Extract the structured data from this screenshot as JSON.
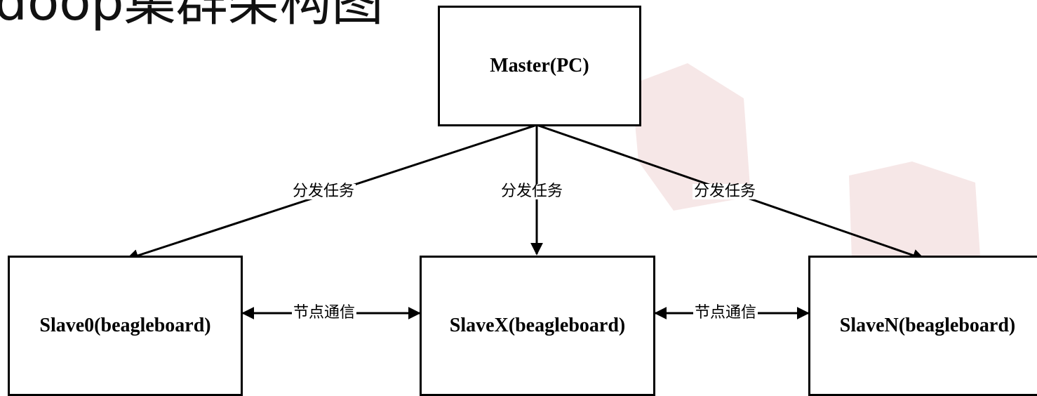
{
  "title": "doop集群架构图",
  "nodes": {
    "master": "Master(PC)",
    "slave0": "Slave0(beagleboard)",
    "slavex": "SlaveX(beagleboard)",
    "slaven": "SlaveN(beagleboard)"
  },
  "edge_labels": {
    "dispatch_left": "分发任务",
    "dispatch_mid": "分发任务",
    "dispatch_right": "分发任务",
    "comm_left": "节点通信",
    "comm_right": "节点通信"
  }
}
